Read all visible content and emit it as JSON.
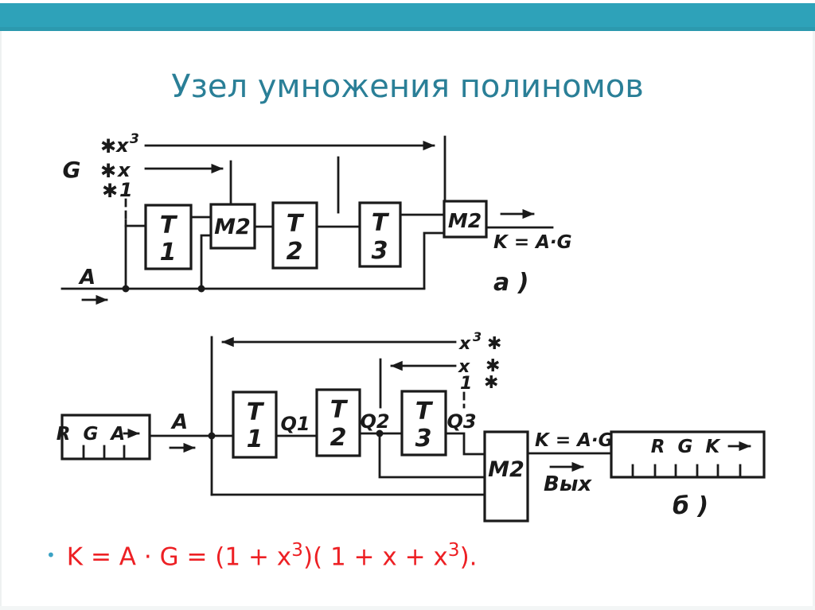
{
  "slide": {
    "title": "Узел умножения полиномов"
  },
  "colors": {
    "accent_teal": "#2ea2b9",
    "title_teal": "#2a7f97",
    "formula_red": "#ed2024",
    "ink": "#1a1a1a"
  },
  "diagram_a": {
    "caption": "a )",
    "g_label": "G",
    "input_label": "A",
    "output_label": "K = A·G",
    "taps": {
      "x3_star": "✱",
      "x3_base": "x",
      "x3_sup": "3",
      "x_star": "✱",
      "x_base": "x",
      "one_star": "✱",
      "one_base": "1"
    },
    "blocks": {
      "t1_top": "T",
      "t1_bottom": "1",
      "m2_left": "M2",
      "t2_top": "T",
      "t2_bottom": "2",
      "t3_top": "T",
      "t3_bottom": "3",
      "m2_right": "M2"
    }
  },
  "diagram_b": {
    "caption": "б )",
    "rga_label": "R G A",
    "rgk_label": "R G K",
    "input_label": "A",
    "output_label": "K = A·G",
    "output_word": "Вых",
    "q1": "Q1",
    "q2": "Q2",
    "q3": "Q3",
    "taps": {
      "x3_base": "x",
      "x3_sup": "3",
      "x3_star": "✱",
      "x_base": "x",
      "x_star": "✱",
      "one_base": "1",
      "one_star": "✱"
    },
    "blocks": {
      "t1_top": "T",
      "t1_bottom": "1",
      "t2_top": "T",
      "t2_bottom": "2",
      "t3_top": "T",
      "t3_bottom": "3",
      "m2": "M2"
    }
  },
  "formula": {
    "bullet": "•",
    "p1": "K = A · G = (1 + x",
    "sup1": "3",
    "p2": ")( 1 + x + x",
    "sup2": "3",
    "p3": ")."
  }
}
